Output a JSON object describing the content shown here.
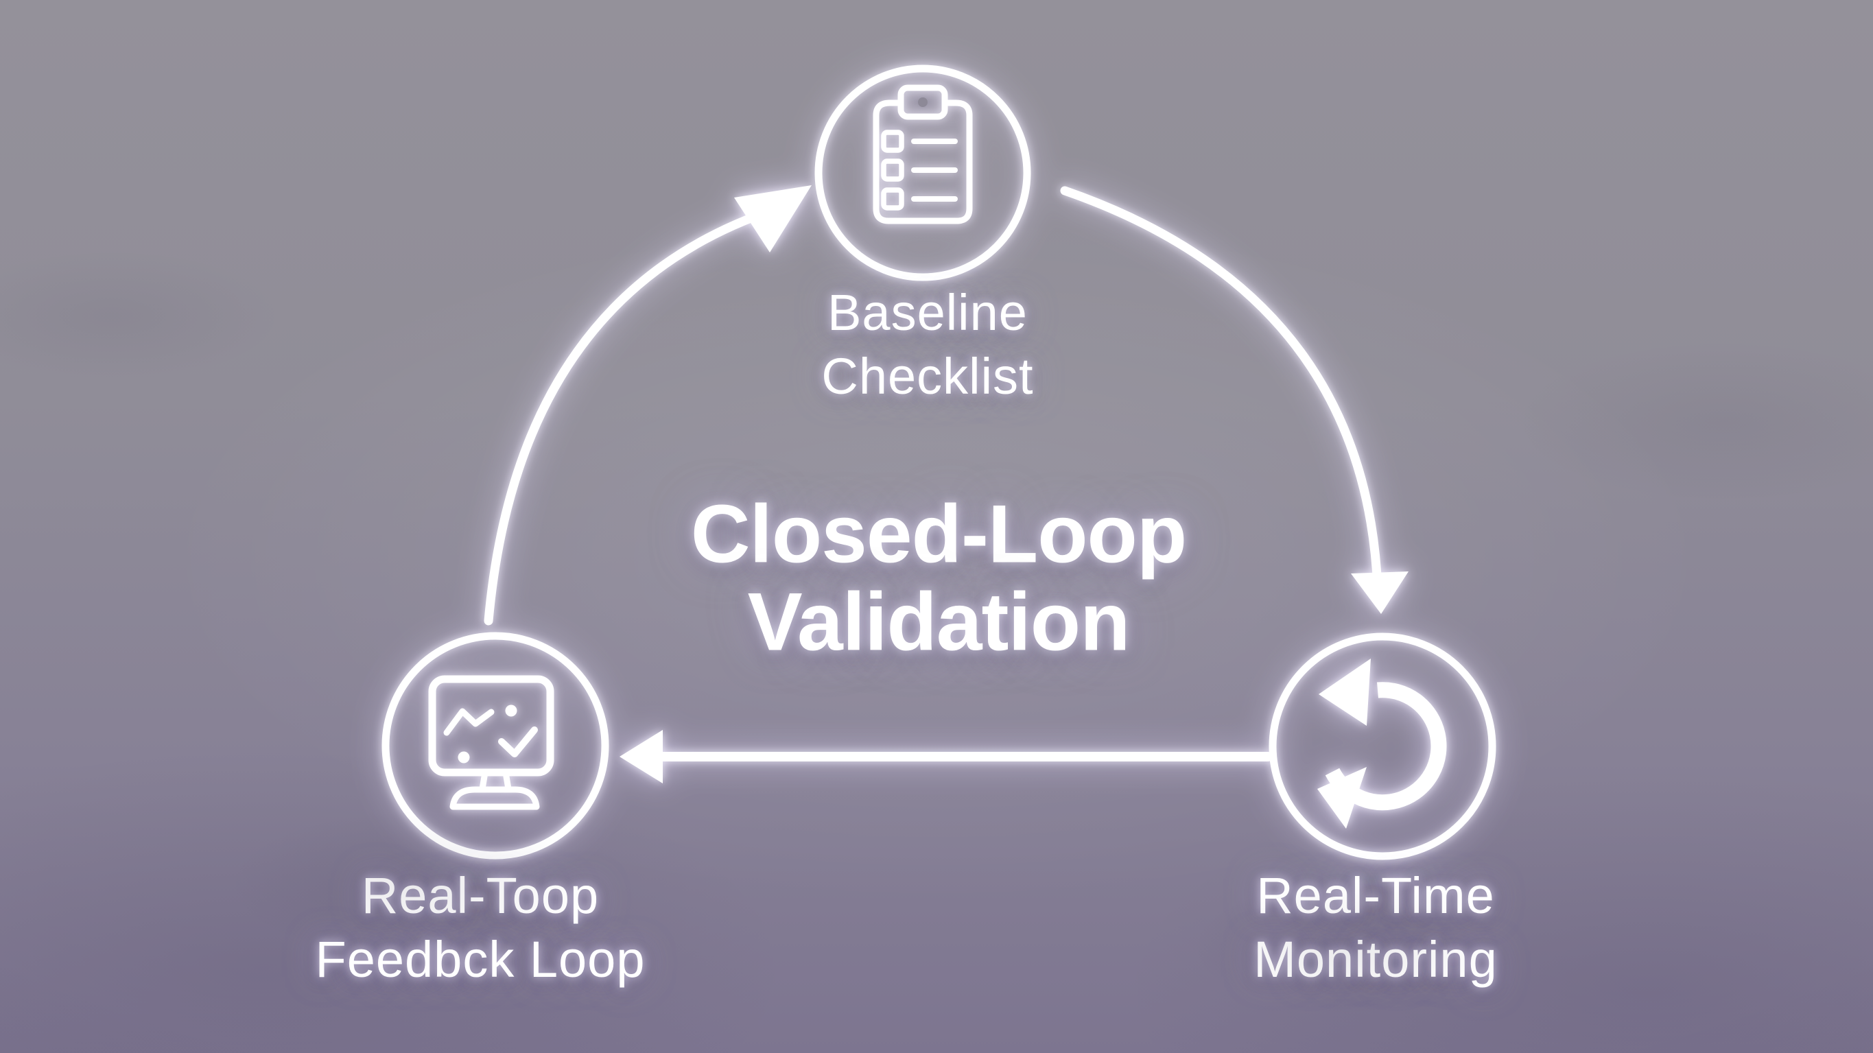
{
  "title": {
    "line1": "Closed-Loop",
    "line2": "Validation"
  },
  "nodes": {
    "top": {
      "line1": "Baseline",
      "line2": "Checklist",
      "icon": "clipboard-checklist-icon"
    },
    "bottom_right": {
      "line1": "Real-Time",
      "line2": "Monitoring",
      "icon": "cycle-refresh-icon"
    },
    "bottom_left": {
      "line1": "Real-Toop",
      "line2": "Feedbck Loop",
      "icon": "monitor-chart-icon"
    }
  },
  "arrows": [
    {
      "name": "arrow-feedback-to-baseline",
      "from": "bottom_left",
      "to": "top",
      "shape": "curved-up-right"
    },
    {
      "name": "arrow-baseline-to-monitoring",
      "from": "top",
      "to": "bottom_right",
      "shape": "curved-down-right"
    },
    {
      "name": "arrow-monitoring-to-feedback",
      "from": "bottom_right",
      "to": "bottom_left",
      "shape": "straight-left"
    }
  ],
  "colors": {
    "stroke": "#ffffff",
    "glow": "#b9abe6",
    "background_top": "#94919a",
    "background_bottom": "#7d7590"
  }
}
